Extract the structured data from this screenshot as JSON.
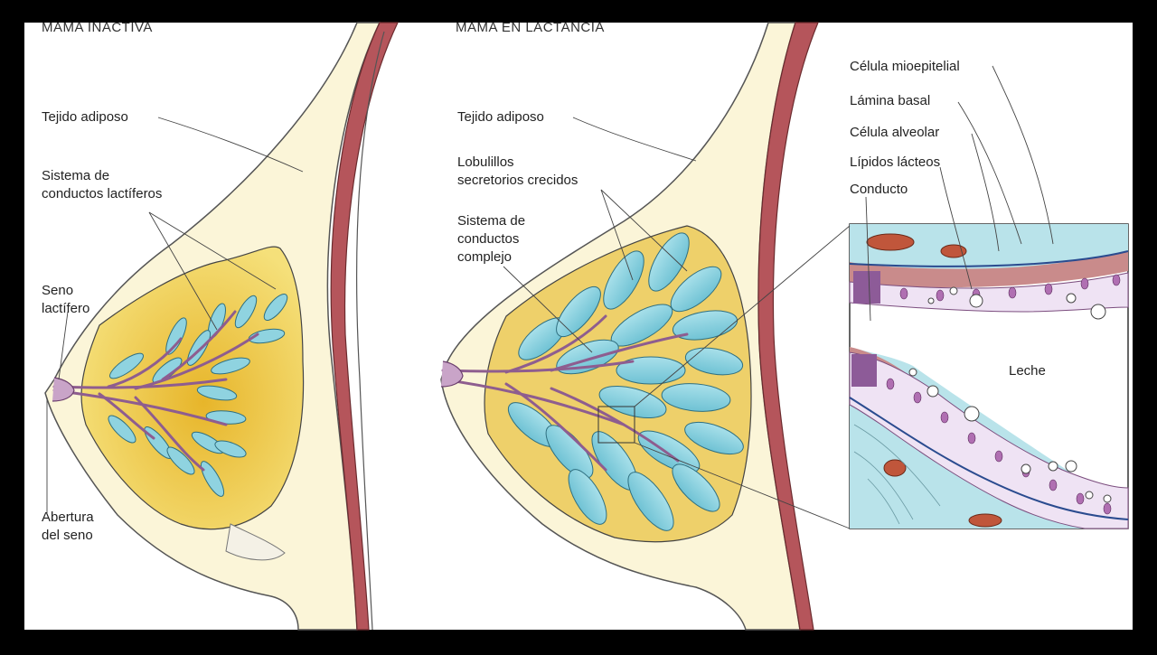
{
  "titles": {
    "inactive": "MAMA INACTIVA",
    "lactating": "MAMA EN LACTANCIA"
  },
  "labels": {
    "left": {
      "adipose": "Tejido adiposo",
      "ducts": "Sistema de\nconductos lactíferos",
      "sinus": "Seno\nlactífero",
      "opening": "Abertura\ndel seno"
    },
    "middle": {
      "adipose": "Tejido adiposo",
      "lobules": "Lobulillos\nsecretorios crecidos",
      "complex": "Sistema de\nconductos\ncomplejo"
    },
    "detail": {
      "myo": "Célula mioepitelial",
      "basal": "Lámina basal",
      "alveolar": "Célula alveolar",
      "lipids": "Lípidos lácteos",
      "duct": "Conducto",
      "milk": "Leche"
    }
  },
  "colors": {
    "background": "#000000",
    "panel": "#ffffff",
    "skin": "#fbf5d8",
    "fat": "#f2d35a",
    "muscle": "#b5555b",
    "lobule": "#8fd3e0",
    "duct": "#c9a4c8",
    "epithelium": "#efe3f4",
    "stroma": "#b9e3ea"
  }
}
